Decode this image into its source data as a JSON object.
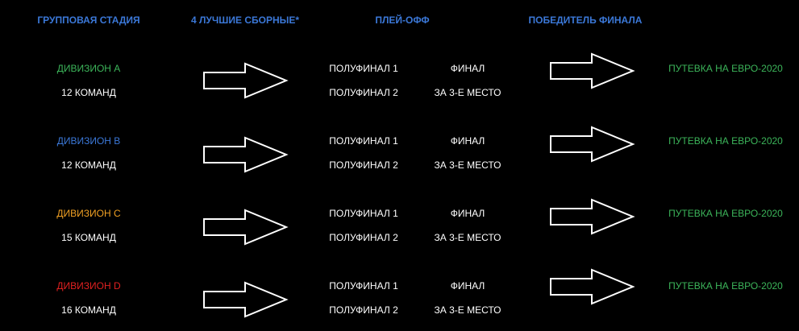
{
  "headers": {
    "group_stage": "ГРУППОВАЯ СТАДИЯ",
    "best_four": "4 ЛУЧШИЕ СБОРНЫЕ*",
    "playoff": "ПЛЕЙ-ОФФ",
    "final_winner": "ПОБЕДИТЕЛЬ ФИНАЛА"
  },
  "header_color": "#3b78d8",
  "divisions": [
    {
      "name": "ДИВИЗИОН А",
      "color": "#3cb55a",
      "teams": "12 КОМАНД",
      "semi1": "ПОЛУФИНАЛ 1",
      "semi2": "ПОЛУФИНАЛ 2",
      "final": "ФИНАЛ",
      "third": "ЗА 3-Е МЕСТО",
      "result": "ПУТЕВКА НА ЕВРО-2020"
    },
    {
      "name": "ДИВИЗИОН B",
      "color": "#3b78d8",
      "teams": "12 КОМАНД",
      "semi1": "ПОЛУФИНАЛ 1",
      "semi2": "ПОЛУФИНАЛ 2",
      "final": "ФИНАЛ",
      "third": "ЗА 3-Е МЕСТО",
      "result": "ПУТЕВКА НА ЕВРО-2020"
    },
    {
      "name": "ДИВИЗИОН C",
      "color": "#f0a023",
      "teams": "15 КОМАНД",
      "semi1": "ПОЛУФИНАЛ 1",
      "semi2": "ПОЛУФИНАЛ 2",
      "final": "ФИНАЛ",
      "third": "ЗА 3-Е МЕСТО",
      "result": "ПУТЕВКА НА ЕВРО-2020"
    },
    {
      "name": "ДИВИЗИОН D",
      "color": "#e02020",
      "teams": "16 КОМАНД",
      "semi1": "ПОЛУФИНАЛ 1",
      "semi2": "ПОЛУФИНАЛ 2",
      "final": "ФИНАЛ",
      "third": "ЗА 3-Е МЕСТО",
      "result": "ПУТЕВКА НА ЕВРО-2020"
    }
  ],
  "result_color": "#3cb55a",
  "arrow_icon": "right-arrow-outline-icon"
}
